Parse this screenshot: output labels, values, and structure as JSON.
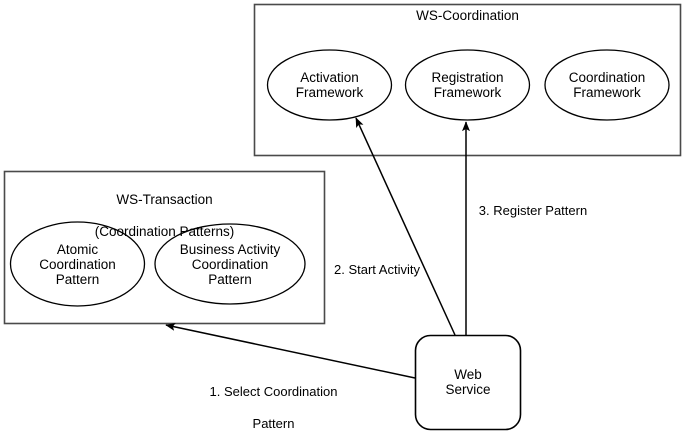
{
  "diagram": {
    "title": "WS-Coordination and WS-Transaction interaction diagram",
    "stroke_color": "#000000",
    "fill_color": "#ffffff",
    "containers": [
      {
        "id": "ws-coordination",
        "title": "WS-Coordination",
        "shape": "rectangle"
      },
      {
        "id": "ws-transaction",
        "title": "WS-Transaction\n(Coordination Patterns)",
        "title_line1": "WS-Transaction",
        "title_line2": "(Coordination Patterns)",
        "shape": "rectangle"
      }
    ],
    "nodes": [
      {
        "id": "activation-framework",
        "label": "Activation\nFramework",
        "shape": "ellipse",
        "parent": "ws-coordination"
      },
      {
        "id": "registration-framework",
        "label": "Registration\nFramework",
        "shape": "ellipse",
        "parent": "ws-coordination"
      },
      {
        "id": "coordination-framework",
        "label": "Coordination\nFramework",
        "shape": "ellipse",
        "parent": "ws-coordination"
      },
      {
        "id": "atomic-coordination-pattern",
        "label": "Atomic\nCoordination\nPattern",
        "shape": "ellipse",
        "parent": "ws-transaction"
      },
      {
        "id": "business-activity-coordination-pattern",
        "label": "Business Activity\nCoordination\nPattern",
        "shape": "ellipse",
        "parent": "ws-transaction"
      },
      {
        "id": "web-service",
        "label": "Web\nService",
        "shape": "rounded-rectangle",
        "parent": null
      }
    ],
    "edges": [
      {
        "id": "edge-select-coordination-pattern",
        "label": "1. Select Coordination\nPattern",
        "label_line1": "1. Select Coordination",
        "label_line2": "Pattern",
        "from": "web-service",
        "to": "ws-transaction",
        "arrow": "single"
      },
      {
        "id": "edge-start-activity",
        "label": "2. Start Activity",
        "from": "web-service",
        "to": "activation-framework",
        "arrow": "single"
      },
      {
        "id": "edge-register-pattern",
        "label": "3. Register Pattern",
        "from": "web-service",
        "to": "registration-framework",
        "arrow": "single"
      }
    ]
  }
}
